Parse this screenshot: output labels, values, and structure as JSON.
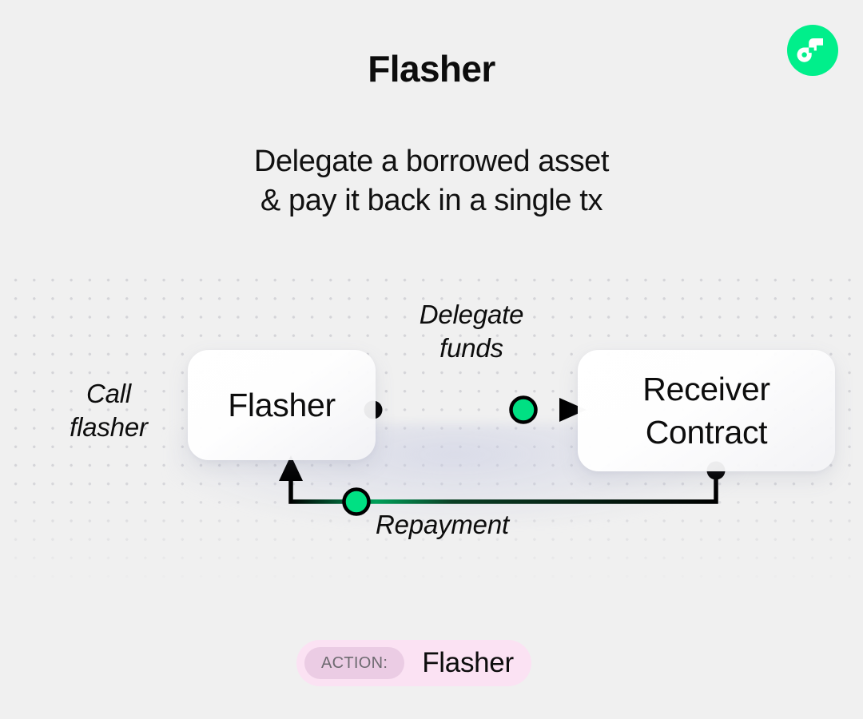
{
  "header": {
    "title": "Flasher",
    "logo_icon": "flow-logo-icon",
    "logo_color": "#00ef8b"
  },
  "subtitle": {
    "line1": "Delegate a borrowed asset",
    "line2": "& pay it back in a single tx"
  },
  "diagram": {
    "nodes": [
      {
        "id": "flasher",
        "label": "Flasher"
      },
      {
        "id": "receiver",
        "label_line1": "Receiver",
        "label_line2": "Contract"
      }
    ],
    "labels": {
      "call_line1": "Call",
      "call_line2": "flasher",
      "delegate_line1": "Delegate",
      "delegate_line2": "funds",
      "repayment": "Repayment"
    },
    "colors": {
      "node_dot": "#000000",
      "accent_dot": "#00e083",
      "edge_stroke": "#000000",
      "grid_dot": "#d4d4d8",
      "background": "#f0f0f0"
    }
  },
  "action_badge": {
    "prefix": "ACTION:",
    "value": "Flasher",
    "pill_color": "#fbe2f3",
    "chip_color": "#ebcce4"
  }
}
